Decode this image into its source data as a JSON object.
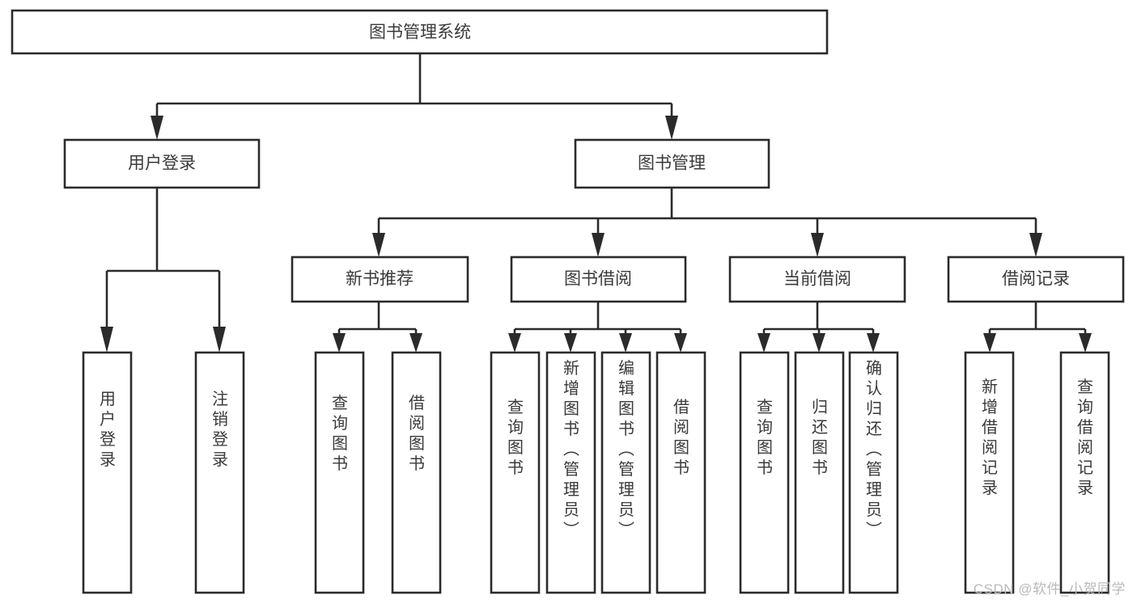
{
  "diagram": {
    "type": "tree-hierarchy",
    "title": "图书管理系统",
    "watermark": "CSDN @软件_小贺同学",
    "colors": {
      "background": "#ffffff",
      "box_stroke": "#2b2b2b",
      "box_fill": "#ffffff",
      "text": "#3a3a3a",
      "watermark": "#b9b9b9"
    },
    "levels": {
      "root": {
        "label": "图书管理系统"
      },
      "level2": [
        {
          "label": "用户登录"
        },
        {
          "label": "图书管理"
        }
      ],
      "level3": [
        {
          "label": "新书推荐"
        },
        {
          "label": "图书借阅"
        },
        {
          "label": "当前借阅"
        },
        {
          "label": "借阅记录"
        }
      ],
      "leaves": {
        "user_login": [
          {
            "label": "用户登录"
          },
          {
            "label": "注销登录"
          }
        ],
        "new_book_recommend": [
          {
            "label": "查询图书"
          },
          {
            "label": "借阅图书"
          }
        ],
        "book_borrow": [
          {
            "label": "查询图书"
          },
          {
            "label": "新增图书（管理员）"
          },
          {
            "label": "编辑图书（管理员）"
          },
          {
            "label": "借阅图书"
          }
        ],
        "current_borrow": [
          {
            "label": "查询图书"
          },
          {
            "label": "归还图书"
          },
          {
            "label": "确认归还（管理员）"
          }
        ],
        "borrow_record": [
          {
            "label": "新增借阅记录"
          },
          {
            "label": "查询借阅记录"
          }
        ]
      }
    }
  }
}
